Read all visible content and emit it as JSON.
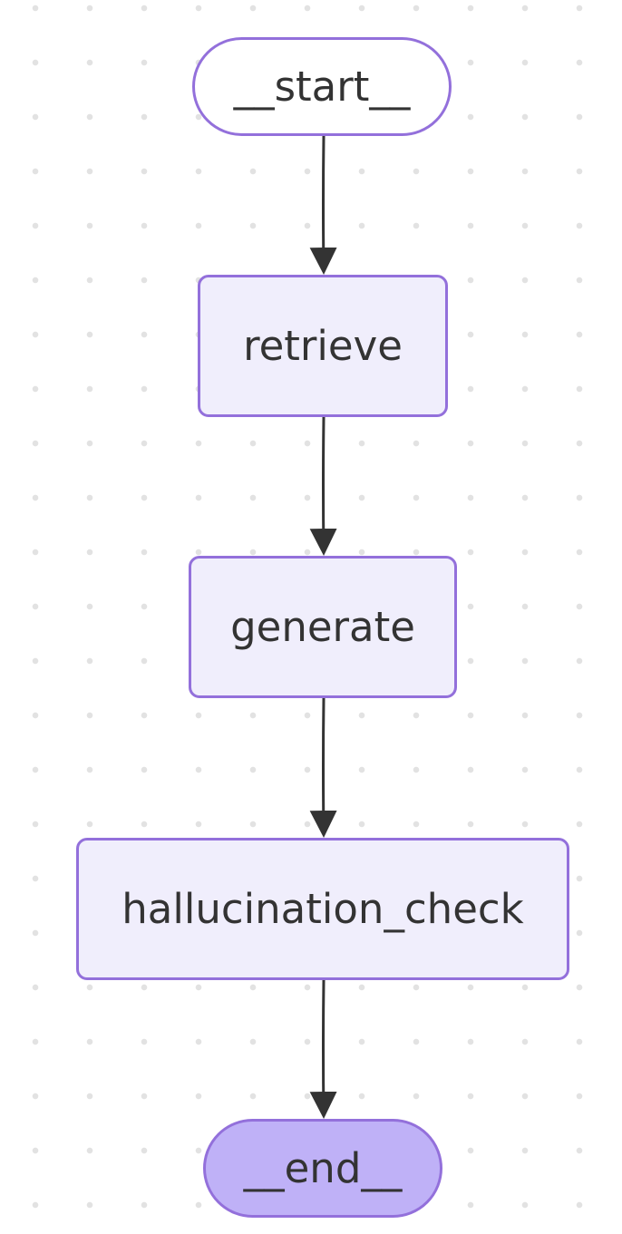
{
  "diagram": {
    "nodes": [
      {
        "id": "start",
        "label": "__start__"
      },
      {
        "id": "retrieve",
        "label": "retrieve"
      },
      {
        "id": "generate",
        "label": "generate"
      },
      {
        "id": "hallucination_check",
        "label": "hallucination_check"
      },
      {
        "id": "end",
        "label": "__end__"
      }
    ],
    "edges": [
      {
        "from": "start",
        "to": "retrieve"
      },
      {
        "from": "retrieve",
        "to": "generate"
      },
      {
        "from": "generate",
        "to": "hallucination_check"
      },
      {
        "from": "hallucination_check",
        "to": "end"
      }
    ]
  },
  "colors": {
    "node_border": "#9370db",
    "node_fill": "#f0eefc",
    "terminal_start_fill": "#ffffff",
    "terminal_end_fill": "#bfb1f7",
    "edge": "#333333",
    "text": "#333333",
    "background_dots": "#e2e2e2"
  }
}
